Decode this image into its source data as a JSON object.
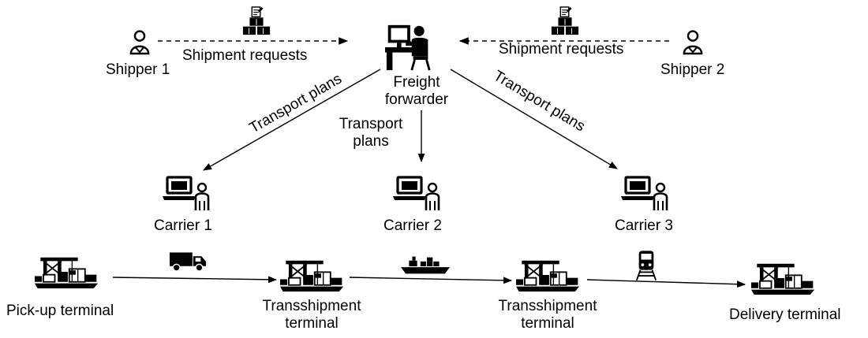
{
  "shippers": [
    {
      "label": "Shipper 1"
    },
    {
      "label": "Shipper 2"
    }
  ],
  "shipment_requests_label": "Shipment requests",
  "forwarder": {
    "line1": "Freight",
    "line2": "forwarder"
  },
  "transport_plans": {
    "left": "Transport plans",
    "center_line1": "Transport",
    "center_line2": "plans",
    "right": "Transport plans"
  },
  "carriers": [
    {
      "label": "Carrier 1"
    },
    {
      "label": "Carrier 2"
    },
    {
      "label": "Carrier 3"
    }
  ],
  "terminals": {
    "pickup": "Pick-up terminal",
    "transshipment1_line1": "Transshipment",
    "transshipment1_line2": "terminal",
    "transshipment2_line1": "Transshipment",
    "transshipment2_line2": "terminal",
    "delivery": "Delivery terminal"
  },
  "vehicles": [
    {
      "icon": "truck-icon"
    },
    {
      "icon": "ship-icon"
    },
    {
      "icon": "train-icon"
    }
  ],
  "icon_color": "#000000"
}
